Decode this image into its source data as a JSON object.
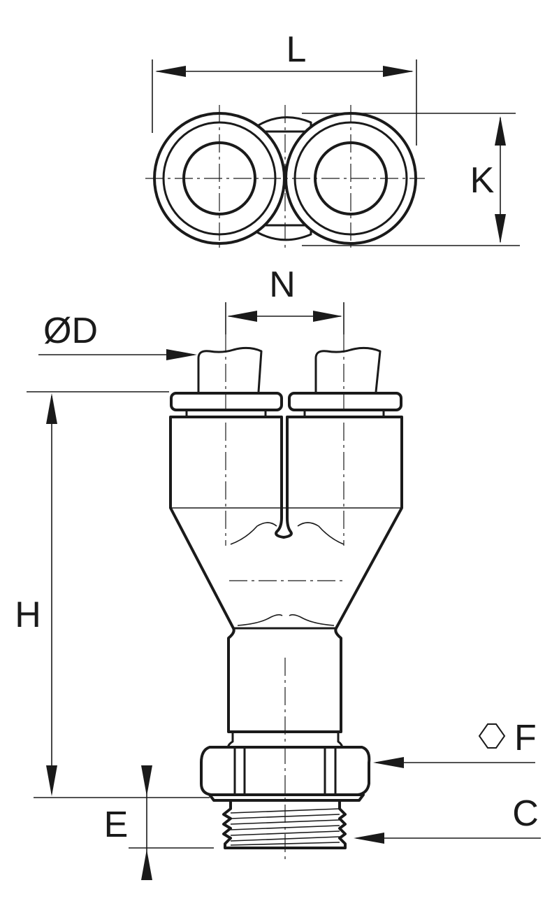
{
  "labels": {
    "length": "L",
    "height_top": "K",
    "pitch": "N",
    "tube_diameter": "ØD",
    "overall_height": "H",
    "hex_size": "F",
    "thread_length": "E",
    "thread": "C"
  },
  "colors": {
    "line": "#1a1a1a",
    "background": "#ffffff"
  },
  "icons": {
    "hex_symbol": "hexagon-icon"
  }
}
